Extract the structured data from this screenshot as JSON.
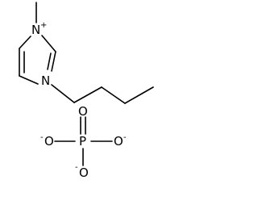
{
  "structure": {
    "cation": {
      "n_plus_label": "N",
      "n_plus_charge": "+",
      "n_label": "N"
    },
    "anion": {
      "p_label": "P",
      "o_double_label": "O",
      "o_left_label": "O",
      "o_left_charge": "-",
      "o_right_label": "O",
      "o_right_charge": "-",
      "o_bottom_label": "O",
      "o_bottom_charge": "-"
    }
  }
}
